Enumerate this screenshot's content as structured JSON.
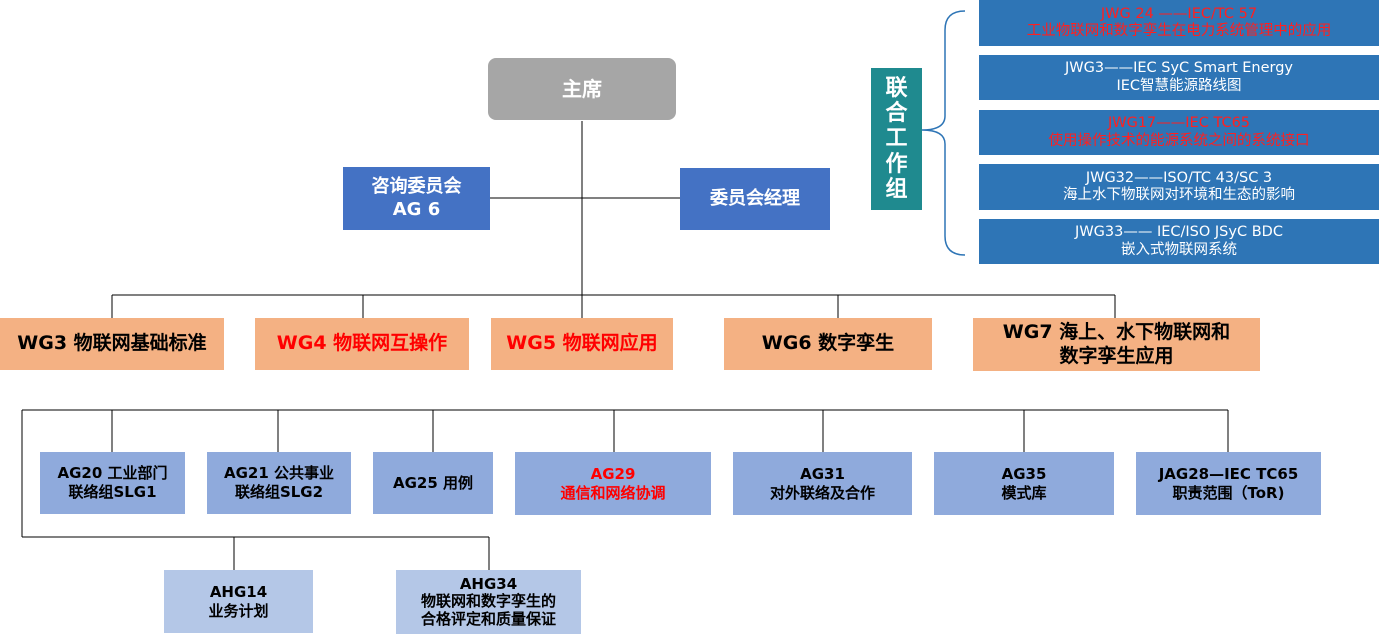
{
  "chair": "主席",
  "advisory": [
    "咨询委员会",
    "AG 6"
  ],
  "manager": "委员会经理",
  "joint_label": [
    "联",
    "合",
    "工",
    "作",
    "组"
  ],
  "jwgs": [
    {
      "line1": "JWG 24 ——IEC/TC 57",
      "line2": "工业物联网和数字孪生在电力系统管理中的应用",
      "highlight": true
    },
    {
      "line1": "JWG3——IEC SyC Smart Energy",
      "line2": "IEC智慧能源路线图",
      "highlight": false
    },
    {
      "line1": "JWG17——IEC TC65",
      "line2": "使用操作技术的能源系统之间的系统接口",
      "highlight": true
    },
    {
      "line1": "JWG32——ISO/TC 43/SC 3",
      "line2": "海上水下物联网对环境和生态的影响",
      "highlight": false
    },
    {
      "line1": "JWG33—— IEC/ISO JSyC BDC",
      "line2": "嵌入式物联网系统",
      "highlight": false
    }
  ],
  "wgs": [
    {
      "lines": [
        "WG3 物联网基础标准"
      ],
      "highlight": false
    },
    {
      "lines": [
        "WG4 物联网互操作"
      ],
      "highlight": true
    },
    {
      "lines": [
        "WG5 物联网应用"
      ],
      "highlight": true
    },
    {
      "lines": [
        "WG6 数字孪生"
      ],
      "highlight": false
    },
    {
      "lines": [
        "WG7 海上、水下物联网和",
        "数字孪生应用"
      ],
      "highlight": false
    }
  ],
  "ags": [
    {
      "lines": [
        "AG20 工业部门",
        "联络组SLG1"
      ],
      "highlight": false
    },
    {
      "lines": [
        "AG21 公共事业",
        "联络组SLG2"
      ],
      "highlight": false
    },
    {
      "lines": [
        "AG25 用例"
      ],
      "highlight": false
    },
    {
      "lines": [
        "AG29",
        "通信和网络协调"
      ],
      "highlight": true
    },
    {
      "lines": [
        "AG31",
        "对外联络及合作"
      ],
      "highlight": false
    },
    {
      "lines": [
        "AG35",
        "模式库"
      ],
      "highlight": false
    },
    {
      "lines": [
        "JAG28—IEC TC65",
        "职责范围（ToR)"
      ],
      "highlight": false
    }
  ],
  "ahgs": [
    {
      "lines": [
        "AHG14",
        "业务计划"
      ]
    },
    {
      "lines": [
        "AHG34",
        "物联网和数字孪生的",
        "合格评定和质量保证"
      ]
    }
  ],
  "colors": {
    "chair": "#a6a6a6",
    "committee": "#4472c4",
    "wg": "#f4b183",
    "ag": "#8faadc",
    "ahg": "#b4c7e7",
    "jwg": "#2e75b6",
    "joint": "#1f8a8f",
    "highlight_text": "#ff0000"
  }
}
